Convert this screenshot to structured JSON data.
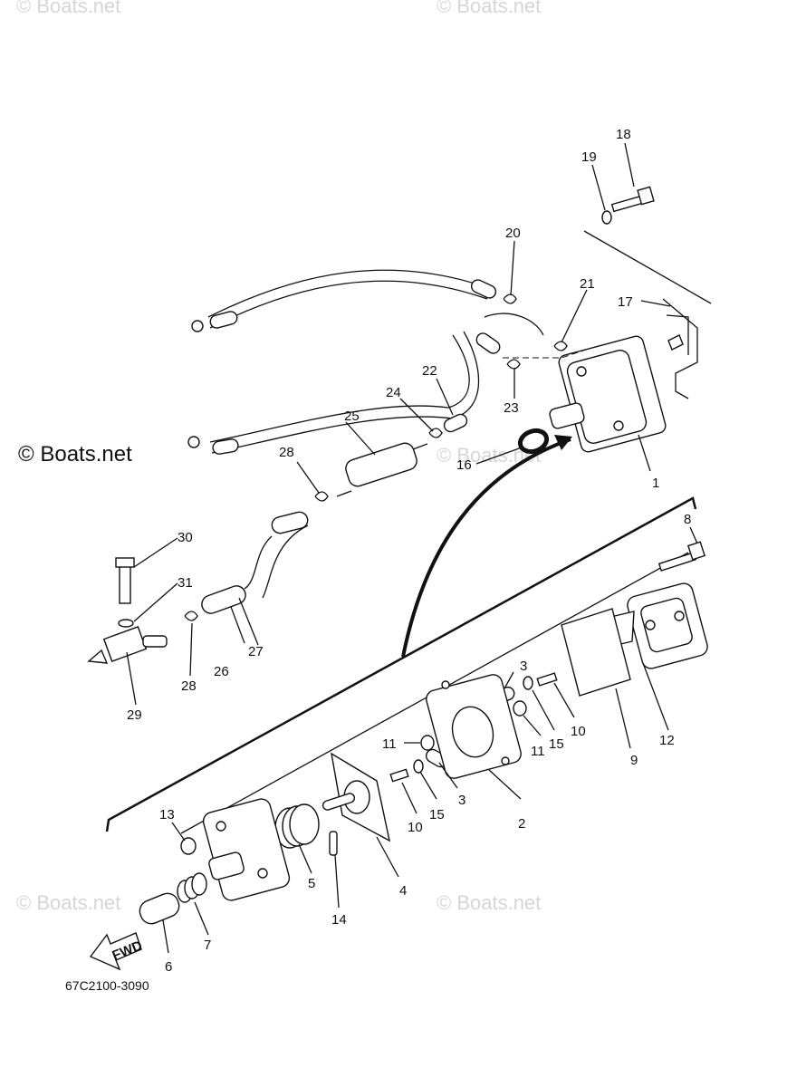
{
  "watermarks": [
    "© Boats.net",
    "© Boats.net",
    "© Boats.net",
    "© Boats.net",
    "© Boats.net"
  ],
  "brand": "© Boats.net",
  "part_code": "67C2100-3090",
  "fwd_label": "FWD",
  "callouts": {
    "p1": "1",
    "p2": "2",
    "p3a": "3",
    "p3b": "3",
    "p4": "4",
    "p5": "5",
    "p6": "6",
    "p7": "7",
    "p8": "8",
    "p9": "9",
    "p10a": "10",
    "p10b": "10",
    "p11a": "11",
    "p11b": "11",
    "p12": "12",
    "p13": "13",
    "p14": "14",
    "p15a": "15",
    "p15b": "15",
    "p16": "16",
    "p17": "17",
    "p18": "18",
    "p19": "19",
    "p20": "20",
    "p21": "21",
    "p22": "22",
    "p23": "23",
    "p24": "24",
    "p25": "25",
    "p26": "26",
    "p27": "27",
    "p28a": "28",
    "p28b": "28",
    "p29": "29",
    "p30": "30",
    "p31": "31"
  }
}
